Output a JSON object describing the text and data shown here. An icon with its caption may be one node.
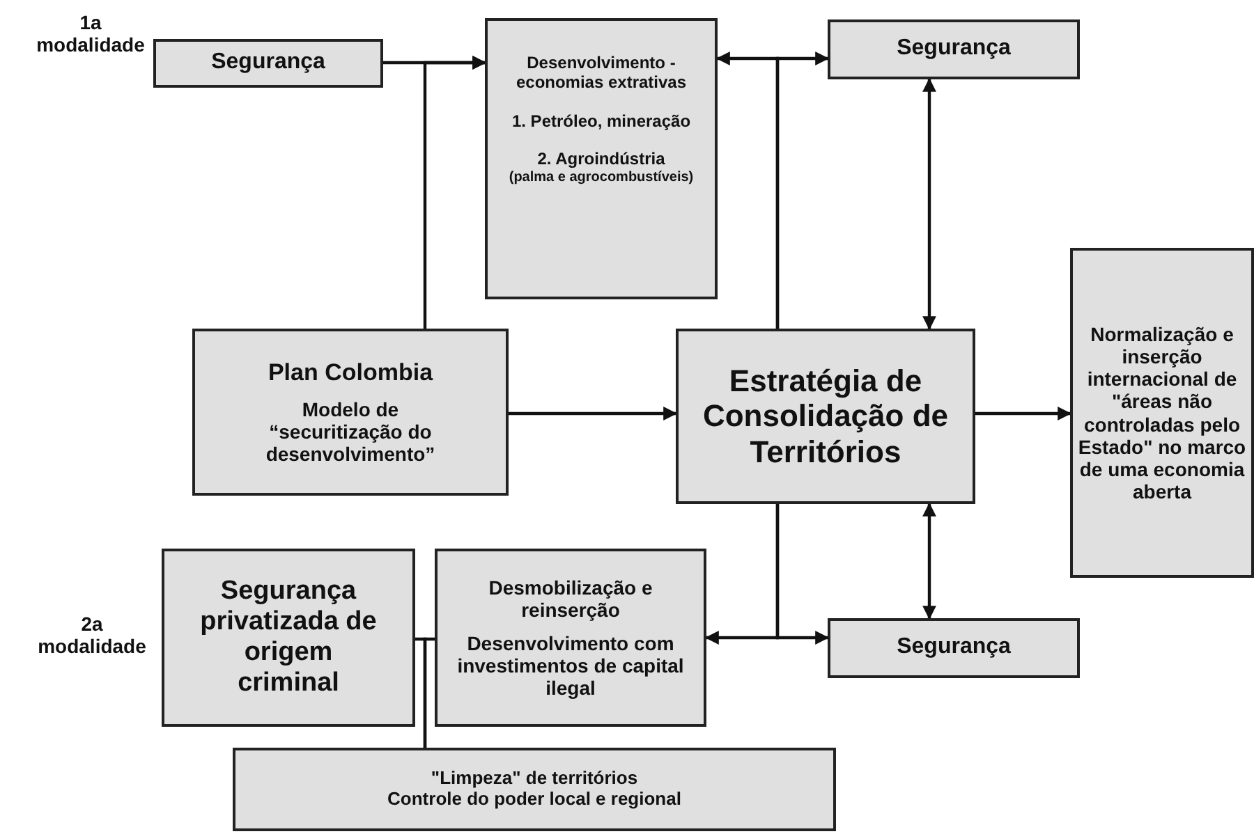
{
  "diagram": {
    "nodes": [
      {
        "text": [
          "Segurança"
        ],
        "beside": [
          "1a modalidade"
        ]
      },
      {
        "text": [
          "Desenvolvimento - economias extrativas",
          "1. Petróleo, mineração",
          "2. Agroindústria",
          "(palma e agrocombustíveis)"
        ]
      },
      {
        "text": [
          "Segurança"
        ]
      },
      {
        "text": [
          "Plan Colombia",
          "Modelo de “securitização do desenvolvimento”"
        ]
      },
      {
        "text": [
          "Estratégia de Consolidação de Territórios"
        ]
      },
      {
        "text": [
          "Normalização e inserção internacional de \"áreas não controladas pelo Estado\" no marco de uma economia aberta"
        ]
      },
      {
        "text": [
          "Segurança privatizada de origem criminal"
        ],
        "beside": [
          "2a modalidade"
        ]
      },
      {
        "text": [
          "Desmobilização e reinserção",
          "Desenvolvimento com investimentos de capital ilegal"
        ]
      },
      {
        "text": [
          "Segurança"
        ]
      },
      {
        "text": [
          "\"Limpeza\" de territórios",
          "Controle do poder local e regional"
        ]
      }
    ],
    "edges": [
      {
        "from": 0,
        "to": 1,
        "arrow": "to"
      },
      {
        "from": 3,
        "to": 1,
        "arrow": "to"
      },
      {
        "from": 4,
        "to": 1,
        "arrow": "to"
      },
      {
        "from": 4,
        "to": 2,
        "arrow": "to"
      },
      {
        "from": 2,
        "to": 4,
        "arrow": "both"
      },
      {
        "from": 3,
        "to": 4,
        "arrow": "to"
      },
      {
        "from": 4,
        "to": 5,
        "arrow": "to"
      },
      {
        "from": 4,
        "to": 8,
        "arrow": "both"
      },
      {
        "from": 4,
        "to": 7,
        "arrow": "to"
      },
      {
        "from": 4,
        "to": 8,
        "arrow": "to"
      },
      {
        "from": 6,
        "to": 9,
        "arrow": "none"
      },
      {
        "from": 7,
        "to": 9,
        "arrow": "none"
      }
    ]
  }
}
